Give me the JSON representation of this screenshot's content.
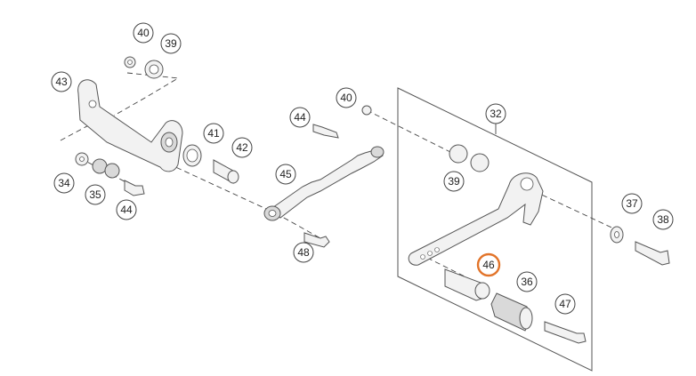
{
  "diagram": {
    "callouts": [
      {
        "id": "c40a",
        "label": "40"
      },
      {
        "id": "c39a",
        "label": "39"
      },
      {
        "id": "c43",
        "label": "43"
      },
      {
        "id": "c41",
        "label": "41"
      },
      {
        "id": "c42",
        "label": "42"
      },
      {
        "id": "c34",
        "label": "34"
      },
      {
        "id": "c35",
        "label": "35"
      },
      {
        "id": "c44a",
        "label": "44"
      },
      {
        "id": "c44b",
        "label": "44"
      },
      {
        "id": "c45",
        "label": "45"
      },
      {
        "id": "c48",
        "label": "48"
      },
      {
        "id": "c40b",
        "label": "40"
      },
      {
        "id": "c32",
        "label": "32"
      },
      {
        "id": "c39b",
        "label": "39"
      },
      {
        "id": "c46",
        "label": "46"
      },
      {
        "id": "c36",
        "label": "36"
      },
      {
        "id": "c47",
        "label": "47"
      },
      {
        "id": "c37",
        "label": "37"
      },
      {
        "id": "c38",
        "label": "38"
      }
    ],
    "highlighted_callout": "46",
    "colors": {
      "highlight": "#e2742a",
      "line": "#444444",
      "part_fill": "#f2f2f2"
    }
  }
}
